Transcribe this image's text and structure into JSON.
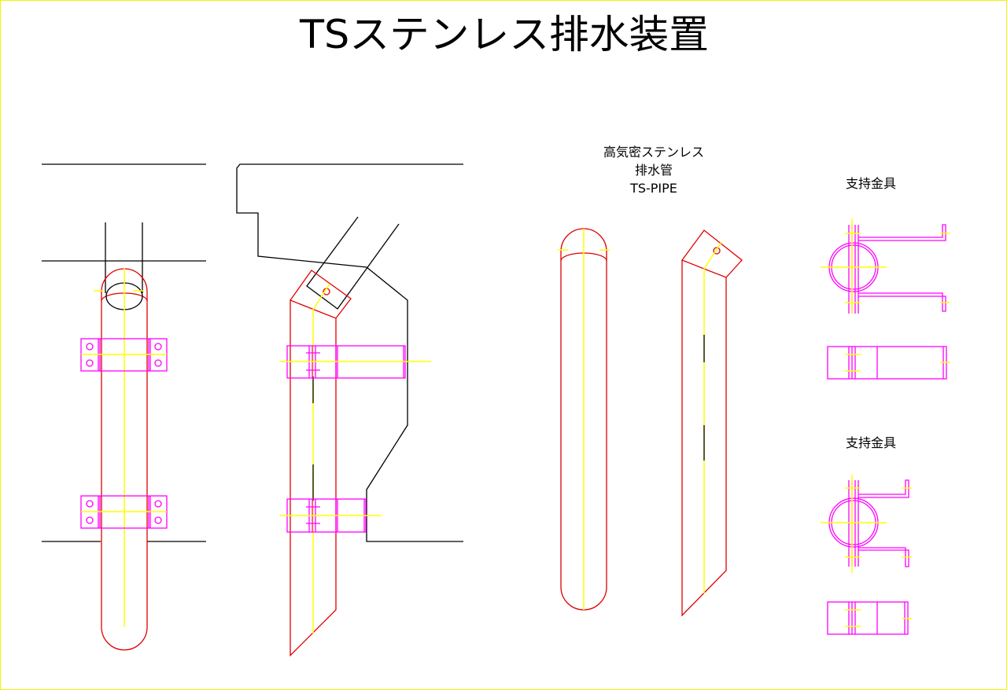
{
  "title": "TSステンレス排水装置",
  "pipe_label": {
    "line1": "高気密ステンレス",
    "line2": "排水管",
    "line3": "TS-PIPE"
  },
  "bracket_label_1": "支持金具",
  "bracket_label_2": "支持金具",
  "colors": {
    "outline": "#000000",
    "pipe": "#e00000",
    "bracket": "#ff00ff",
    "centerline": "#ffff00"
  }
}
